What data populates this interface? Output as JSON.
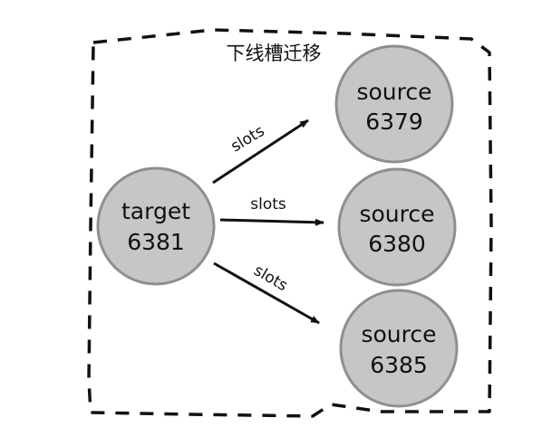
{
  "diagram": {
    "title": "下线槽迁移",
    "target": {
      "name": "target",
      "port": "6381"
    },
    "sources": [
      {
        "name": "source",
        "port": "6379"
      },
      {
        "name": "source",
        "port": "6380"
      },
      {
        "name": "source",
        "port": "6385"
      }
    ],
    "edges": [
      {
        "label": "slots"
      },
      {
        "label": "slots"
      },
      {
        "label": "slots"
      }
    ]
  },
  "colors": {
    "node_fill": "#c6c6c6",
    "node_stroke": "#8f8f8f",
    "line": "#111111"
  }
}
